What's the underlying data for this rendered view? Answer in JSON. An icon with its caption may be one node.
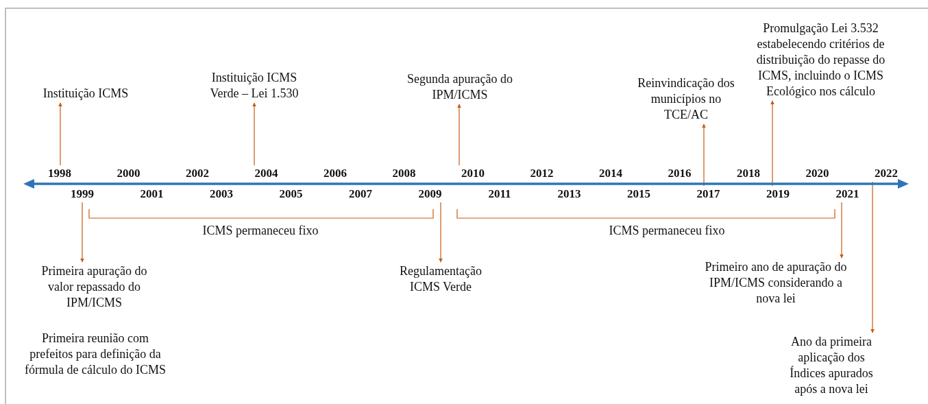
{
  "diagram": {
    "nodes": [
      {
        "text": [
          "Instituição ICMS"
        ]
      },
      {
        "text": [
          "Instituição ICMS Verde – Lei 1.530"
        ]
      },
      {
        "text": [
          "Segunda apuração do IPM/ICMS"
        ]
      },
      {
        "text": [
          "Reinvindicação dos municípios no TCE/AC"
        ]
      },
      {
        "text": [
          "Promulgação Lei 3.532 estabelecendo critérios de distribuição do repasse do ICMS, incluindo o ICMS Ecológico nos cálculo"
        ]
      },
      {
        "text": [
          "Primeira apuração do valor repassado do IPM/ICMS"
        ]
      },
      {
        "text": [
          "Regulamentação ICMS Verde"
        ]
      },
      {
        "text": [
          "Primeiro ano de apuração do IPM/ICMS considerando a nova lei"
        ]
      },
      {
        "text": [
          "Ano da primeira aplicação dos Índices apurados após a nova lei"
        ]
      },
      {
        "text": [
          "1998"
        ]
      },
      {
        "text": [
          "2000"
        ]
      },
      {
        "text": [
          "2002"
        ]
      },
      {
        "text": [
          "2004"
        ]
      },
      {
        "text": [
          "2006"
        ]
      },
      {
        "text": [
          "2008"
        ]
      },
      {
        "text": [
          "2010"
        ]
      },
      {
        "text": [
          "2012"
        ]
      },
      {
        "text": [
          "2014"
        ]
      },
      {
        "text": [
          "2016"
        ]
      },
      {
        "text": [
          "2018"
        ]
      },
      {
        "text": [
          "2020"
        ]
      },
      {
        "text": [
          "2022"
        ]
      },
      {
        "text": [
          "1999"
        ]
      },
      {
        "text": [
          "2001"
        ]
      },
      {
        "text": [
          "2003"
        ]
      },
      {
        "text": [
          "2005"
        ]
      },
      {
        "text": [
          "2007"
        ]
      },
      {
        "text": [
          "2009"
        ]
      },
      {
        "text": [
          "2011"
        ]
      },
      {
        "text": [
          "2013"
        ]
      },
      {
        "text": [
          "2015"
        ]
      },
      {
        "text": [
          "2017"
        ]
      },
      {
        "text": [
          "2019"
        ]
      },
      {
        "text": [
          "2021"
        ]
      },
      {
        "text": [],
        "shape": "bar"
      }
    ],
    "edges": [
      {
        "from": 9,
        "to": 0,
        "arrow": "to"
      },
      {
        "from": 12,
        "to": 1,
        "arrow": "to"
      },
      {
        "from": 15,
        "to": 2,
        "arrow": "to"
      },
      {
        "from": 31,
        "to": 3,
        "arrow": "to"
      },
      {
        "from": 32,
        "to": 4,
        "arrow": "to"
      },
      {
        "from": 22,
        "to": 5,
        "arrow": "to"
      },
      {
        "from": 27,
        "to": 6,
        "arrow": "to"
      },
      {
        "from": 33,
        "to": 7,
        "arrow": "to"
      },
      {
        "from": 21,
        "to": 8,
        "arrow": "to"
      }
    ],
    "labels": [
      "ICMS permaneceu fixo",
      "ICMS permaneceu fixo",
      "Primeira reunião com prefeitos para definição da fórmula de cálculo do ICMS"
    ]
  }
}
